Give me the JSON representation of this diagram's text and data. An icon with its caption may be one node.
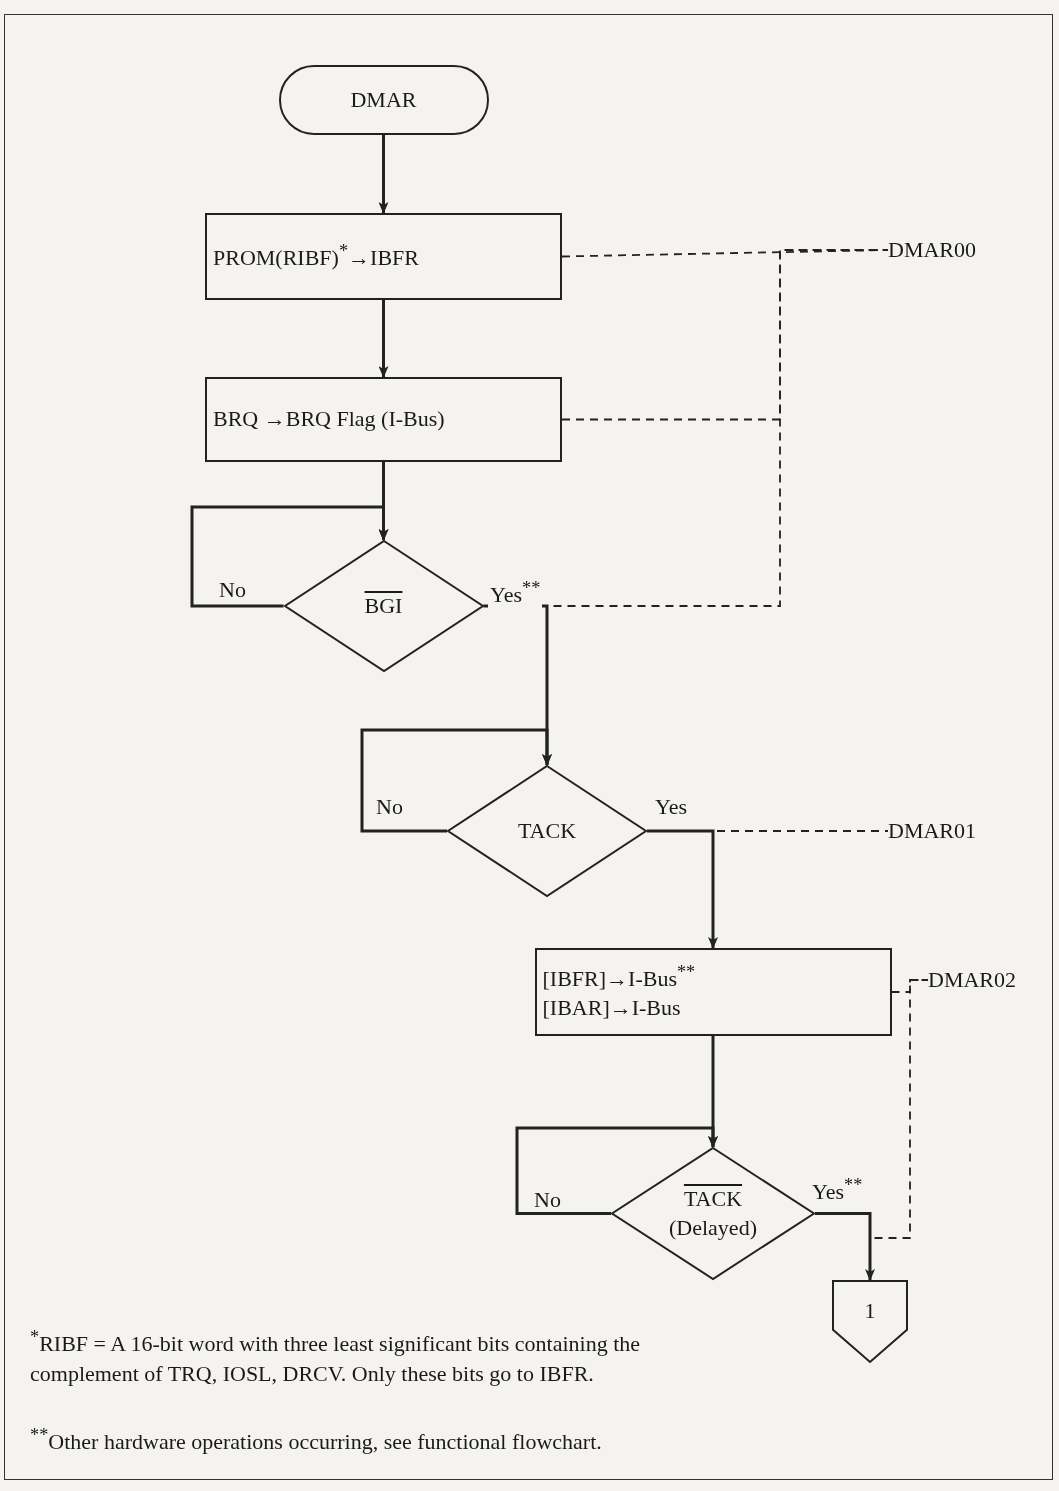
{
  "diagram": {
    "nodes": [
      {
        "text": [
          "DMAR"
        ]
      },
      {
        "text": [
          "PROM(RIBF)$^{*}$→IBFR"
        ]
      },
      {
        "text": [
          "BRQ →BRQ Flag (I-Bus)"
        ]
      },
      {
        "text": [
          "BGI"
        ]
      },
      {
        "text": [
          "TACK"
        ]
      },
      {
        "text": [
          "[IBFR]→I-Bus$^{**}$",
          "[IBAR]→I-Bus"
        ]
      },
      {
        "text": [
          "TACK",
          "(Delayed)"
        ]
      },
      {
        "text": [
          "1"
        ]
      },
      {
        "text": [
          "DMAR00"
        ]
      },
      {
        "text": [
          "DMAR01"
        ]
      },
      {
        "text": [
          "DMAR02"
        ]
      }
    ],
    "edges": [
      {
        "from": 0,
        "to": 1,
        "arrow": "to"
      },
      {
        "from": 1,
        "to": 2,
        "arrow": "to"
      },
      {
        "from": 2,
        "to": 3,
        "arrow": "to"
      },
      {
        "from": 3,
        "to": 3,
        "arrow": "to",
        "label": "No"
      },
      {
        "from": 3,
        "to": 4,
        "arrow": "to",
        "label": "Yes$^{**}$"
      },
      {
        "from": 4,
        "to": 4,
        "arrow": "to",
        "label": "No"
      },
      {
        "from": 4,
        "to": 5,
        "arrow": "to",
        "label": "Yes"
      },
      {
        "from": 5,
        "to": 6,
        "arrow": "to"
      },
      {
        "from": 6,
        "to": 6,
        "arrow": "to",
        "label": "No"
      },
      {
        "from": 6,
        "to": 7,
        "arrow": "to",
        "label": "Yes$^{**}$"
      },
      {
        "from": 1,
        "to": 8,
        "arrow": "none",
        "style": "dashed"
      },
      {
        "from": 2,
        "to": 8,
        "arrow": "none",
        "style": "dashed"
      },
      {
        "from": 3,
        "to": 8,
        "arrow": "none",
        "style": "dashed"
      },
      {
        "from": 4,
        "to": 9,
        "arrow": "none",
        "style": "dashed"
      },
      {
        "from": 5,
        "to": 10,
        "arrow": "none",
        "style": "dashed"
      },
      {
        "from": 6,
        "to": 10,
        "arrow": "none",
        "style": "dashed"
      }
    ],
    "labels": [
      "$^{*}$RIBF = A 16-bit word with three least significant bits containing the complement of TRQ, IOSL, DRCV. Only these bits go to IBFR.",
      "$^{**}$Other hardware operations occurring, see functional flowchart."
    ]
  }
}
